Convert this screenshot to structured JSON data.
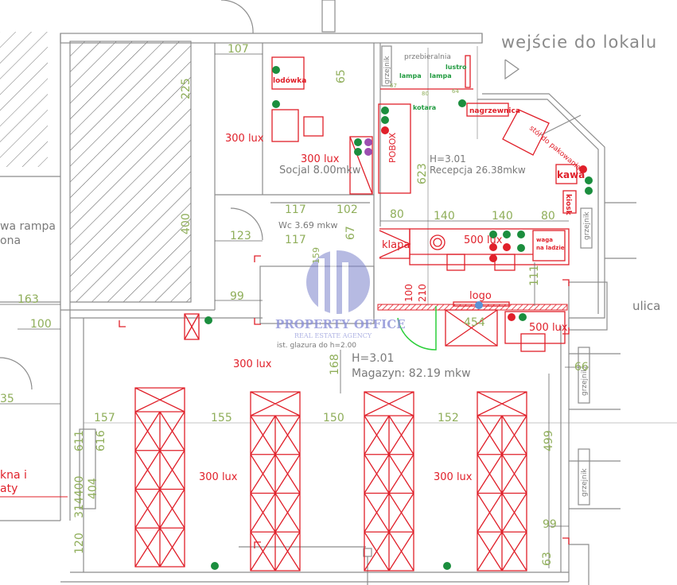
{
  "title": "wejście do lokalu",
  "street": "ulica",
  "rooms": {
    "socjal": "Socjal 8.00mkw",
    "wc": "Wc 3.69 mkw",
    "recepcja": "Recepcja 26.38mkw",
    "recepcja_h": "H=3.01",
    "magazyn": "Magazyn: 82.19 mkw",
    "magazyn_h": "H=3.01",
    "przebieralnia": "przebieralnia",
    "glazura": "ist. glazura do h=2.00"
  },
  "lux": {
    "l300": "300 lux",
    "l500": "500 lux"
  },
  "equipment": {
    "lodowka": "lodówka",
    "pobox": "POBOX",
    "grzejnik": "grzejnik",
    "lampa": "lampa",
    "lustro": "lustro",
    "kotara": "kotara",
    "nagrzewnica": "nagrzewnica",
    "stol": "stół do pakowania",
    "kawa": "kawa",
    "kiosk": "kiosk",
    "klapa": "klapa",
    "waga1": "waga",
    "waga2": "na ladzie",
    "logo": "logo"
  },
  "left_labels": {
    "rampa1": "wa rampa",
    "rampa2": "ona",
    "okna1": "kna i",
    "okna2": "aty"
  },
  "dimensions": {
    "d107": "107",
    "d65": "65",
    "d225": "225",
    "d400": "400",
    "d117": "117",
    "d102": "102",
    "d123": "123",
    "d99a": "99",
    "d163": "163",
    "d100": "100",
    "d35": "35",
    "d80a": "80",
    "d140a": "140",
    "d140b": "140",
    "d80b": "80",
    "d623": "623",
    "d111": "111",
    "d210": "210",
    "d100b": "100",
    "d454": "454",
    "d168": "168",
    "d157": "157",
    "d155": "155",
    "d150": "150",
    "d152": "152",
    "d611": "611",
    "d616": "616",
    "d404": "404",
    "d314400": "314400",
    "d120": "120",
    "d499": "499",
    "d66": "66",
    "d99b": "99",
    "d63": "63",
    "d67": "67",
    "d67b": "67",
    "d80c": "80",
    "d64": "64",
    "d117b": "117",
    "d159": "159"
  },
  "watermark": {
    "line1": "PROPERTY OFFICE",
    "line2": "REAL ESTATE AGENCY"
  }
}
